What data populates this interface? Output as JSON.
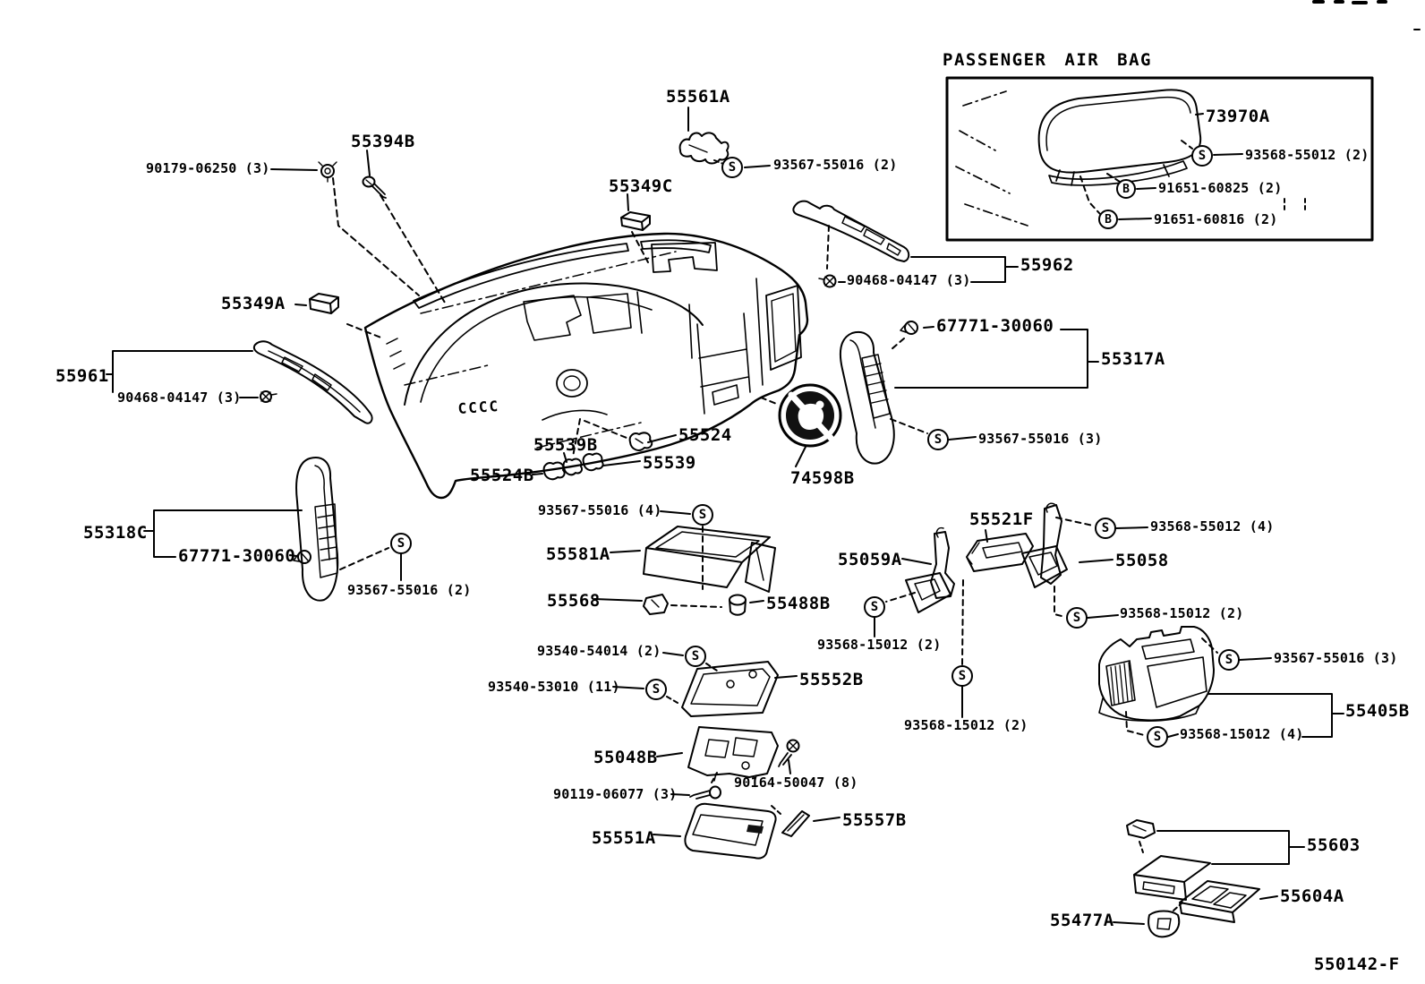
{
  "inset": {
    "title": "PASSENGER AIR BAG"
  },
  "symbols": {
    "s": "S",
    "b": "B"
  },
  "labels": {
    "l73970A": "73970A",
    "s93568_55012_2": "93568-55012 (2)",
    "s91651_60825": "91651-60825 (2)",
    "s91651_60816": "91651-60816 (2)",
    "l55561A": "55561A",
    "s93567_55016_2t": "93567-55016 (2)",
    "l55394B": "55394B",
    "s90179_06250": "90179-06250 (3)",
    "l55349C": "55349C",
    "l55962": "55962",
    "s90468_04147r": "90468-04147 (3)",
    "l55349A": "55349A",
    "l67771_30060r": "67771-30060",
    "l55317A": "55317A",
    "l55961": "55961",
    "s90468_04147l": "90468-04147 (3)",
    "s93567_55016_3r": "93567-55016 (3)",
    "l74598B": "74598B",
    "l55318C": "55318C",
    "l67771_30060l": "67771-30060",
    "s93567_55016_2l": "93567-55016 (2)",
    "l55524": "55524",
    "l55539B": "55539B",
    "l55539": "55539",
    "l55524B": "55524B",
    "s93567_55016_4": "93567-55016 (4)",
    "l55581A": "55581A",
    "l55568": "55568",
    "l55488B": "55488B",
    "l55521F": "55521F",
    "l55059A": "55059A",
    "l55058": "55058",
    "s93568_55012_4": "93568-55012 (4)",
    "s93568_15012_2b": "93568-15012 (2)",
    "s93567_55016_3h": "93567-55016 (3)",
    "l55405B": "55405B",
    "s93568_15012_4": "93568-15012 (4)",
    "s93568_15012_2a": "93568-15012 (2)",
    "s93568_15012_2c": "93568-15012 (2)",
    "s93540_54014": "93540-54014 (2)",
    "s93540_53010": "93540-53010 (11)",
    "l55552B": "55552B",
    "l55048B": "55048B",
    "s90164_50047": "90164-50047 (8)",
    "s90119_06077": "90119-06077 (3)",
    "l55551A": "55551A",
    "l55557B": "55557B",
    "l55603": "55603",
    "l55604A": "55604A",
    "l55477A": "55477A",
    "code": "550142-F"
  }
}
